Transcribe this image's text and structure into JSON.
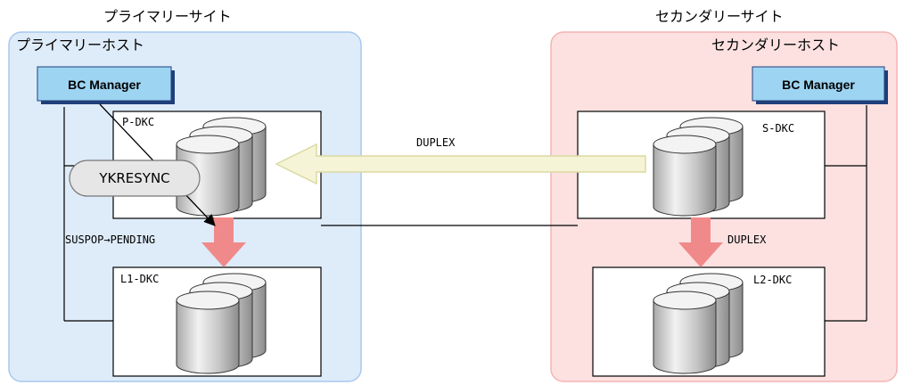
{
  "primary_site": {
    "title": "プライマリーサイト",
    "host_label": "プライマリーホスト",
    "bc_manager": "BC Manager",
    "p_dkc": "P-DKC",
    "l1_dkc": "L1-DKC",
    "command": "YKRESYNC",
    "transition": "SUSPOP→PENDING"
  },
  "secondary_site": {
    "title": "セカンダリーサイト",
    "host_label": "セカンダリーホスト",
    "bc_manager": "BC Manager",
    "s_dkc": "S-DKC",
    "l2_dkc": "L2-DKC",
    "local_status": "DUPLEX"
  },
  "remote_copy_status": "DUPLEX",
  "colors": {
    "primary_bg": "#deebf9",
    "primary_border": "#a6c8ee",
    "secondary_bg": "#fde1e1",
    "secondary_border": "#f3b4b4",
    "bc_box": "#9dd4f2",
    "copy_arrow_fill": "#f5f4d6",
    "copy_arrow_stroke": "#dcd9a2",
    "down_arrow": "#f08a8a",
    "disk_fill": "#d6d6d6"
  }
}
